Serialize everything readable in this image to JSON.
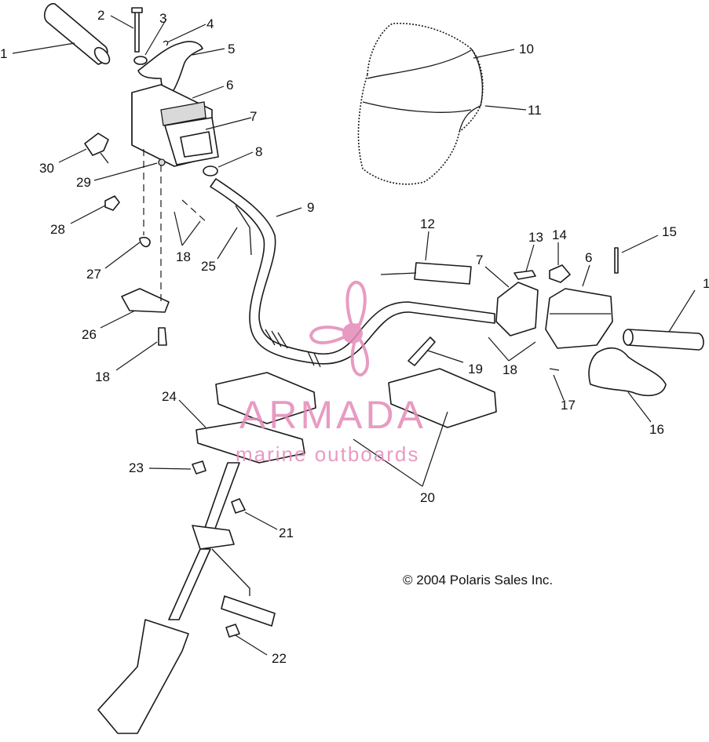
{
  "diagram": {
    "callouts": [
      {
        "id": "c1a",
        "text": "1"
      },
      {
        "id": "c2",
        "text": "2"
      },
      {
        "id": "c3",
        "text": "3"
      },
      {
        "id": "c4",
        "text": "4"
      },
      {
        "id": "c5",
        "text": "5"
      },
      {
        "id": "c6a",
        "text": "6"
      },
      {
        "id": "c7a",
        "text": "7"
      },
      {
        "id": "c8",
        "text": "8"
      },
      {
        "id": "c9",
        "text": "9"
      },
      {
        "id": "c10",
        "text": "10"
      },
      {
        "id": "c11",
        "text": "11"
      },
      {
        "id": "c12",
        "text": "12"
      },
      {
        "id": "c7b",
        "text": "7"
      },
      {
        "id": "c13",
        "text": "13"
      },
      {
        "id": "c14",
        "text": "14"
      },
      {
        "id": "c6b",
        "text": "6"
      },
      {
        "id": "c15",
        "text": "15"
      },
      {
        "id": "c1b",
        "text": "1"
      },
      {
        "id": "c30",
        "text": "30"
      },
      {
        "id": "c29",
        "text": "29"
      },
      {
        "id": "c28",
        "text": "28"
      },
      {
        "id": "c18a",
        "text": "18"
      },
      {
        "id": "c25",
        "text": "25"
      },
      {
        "id": "c27",
        "text": "27"
      },
      {
        "id": "c26",
        "text": "26"
      },
      {
        "id": "c18b",
        "text": "18"
      },
      {
        "id": "c19",
        "text": "19"
      },
      {
        "id": "c18c",
        "text": "18"
      },
      {
        "id": "c17",
        "text": "17"
      },
      {
        "id": "c16",
        "text": "16"
      },
      {
        "id": "c24",
        "text": "24"
      },
      {
        "id": "c23",
        "text": "23"
      },
      {
        "id": "c20",
        "text": "20"
      },
      {
        "id": "c21",
        "text": "21"
      },
      {
        "id": "c22",
        "text": "22"
      }
    ],
    "copyright": "© 2004 Polaris Sales Inc."
  },
  "watermark": {
    "brand": "ARMADA",
    "tagline": "marine outboards",
    "color": "#e48ab8"
  }
}
